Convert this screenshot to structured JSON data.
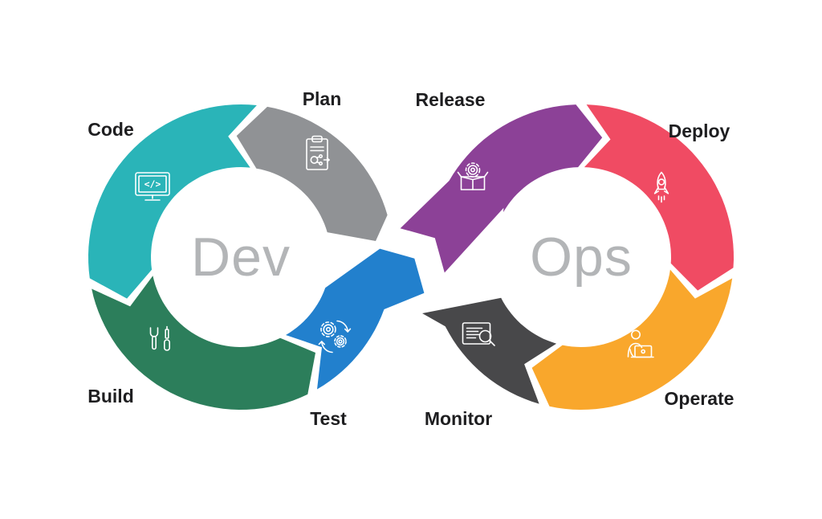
{
  "diagram": {
    "left_loop_label": "Dev",
    "right_loop_label": "Ops",
    "loop_text_color": "#b3b5b7",
    "label_text_color": "#1e1e20",
    "background_color": "#ffffff",
    "icon_stroke_color": "#ffffff",
    "code_glyph": "</>",
    "stages": [
      {
        "label": "Plan",
        "color": "#909295",
        "icon": "clipboard-plan-icon"
      },
      {
        "label": "Code",
        "color": "#2ab4b8",
        "icon": "code-monitor-icon"
      },
      {
        "label": "Build",
        "color": "#2c7e5b",
        "icon": "build-tools-icon"
      },
      {
        "label": "Test",
        "color": "#2280cd",
        "icon": "test-gears-icon"
      },
      {
        "label": "Release",
        "color": "#8c4197",
        "icon": "release-package-icon"
      },
      {
        "label": "Deploy",
        "color": "#f04b63",
        "icon": "deploy-rocket-icon"
      },
      {
        "label": "Operate",
        "color": "#f9a72c",
        "icon": "operate-user-laptop-icon"
      },
      {
        "label": "Monitor",
        "color": "#48484a",
        "icon": "monitor-screen-icon"
      }
    ]
  }
}
